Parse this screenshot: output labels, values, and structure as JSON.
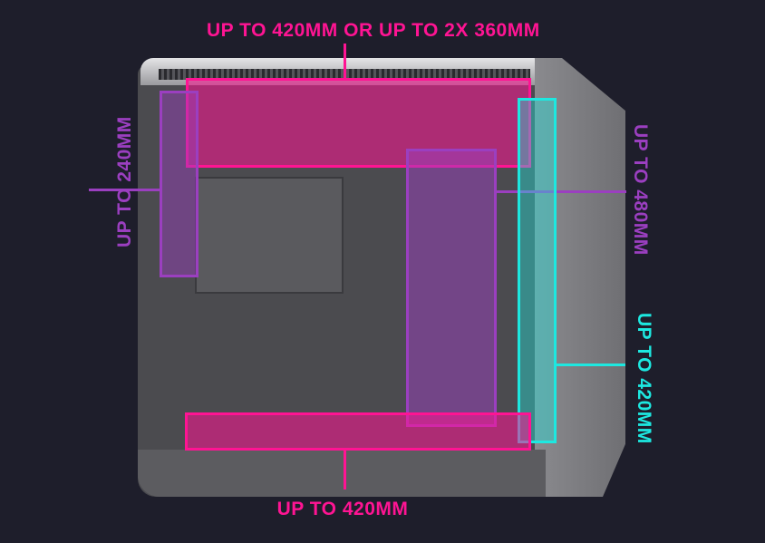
{
  "labels": {
    "top": "UP TO 420MM OR UP TO 2X 360MM",
    "left": "UP TO 240MM",
    "middle_right": "UP TO 480MM",
    "front_right": "UP TO 420MM",
    "bottom": "UP TO 420MM"
  },
  "colors": {
    "background": "#1e1e2b",
    "pink": "#ff1493",
    "purple": "#9b3fc0",
    "cyan": "#1de8e0"
  }
}
